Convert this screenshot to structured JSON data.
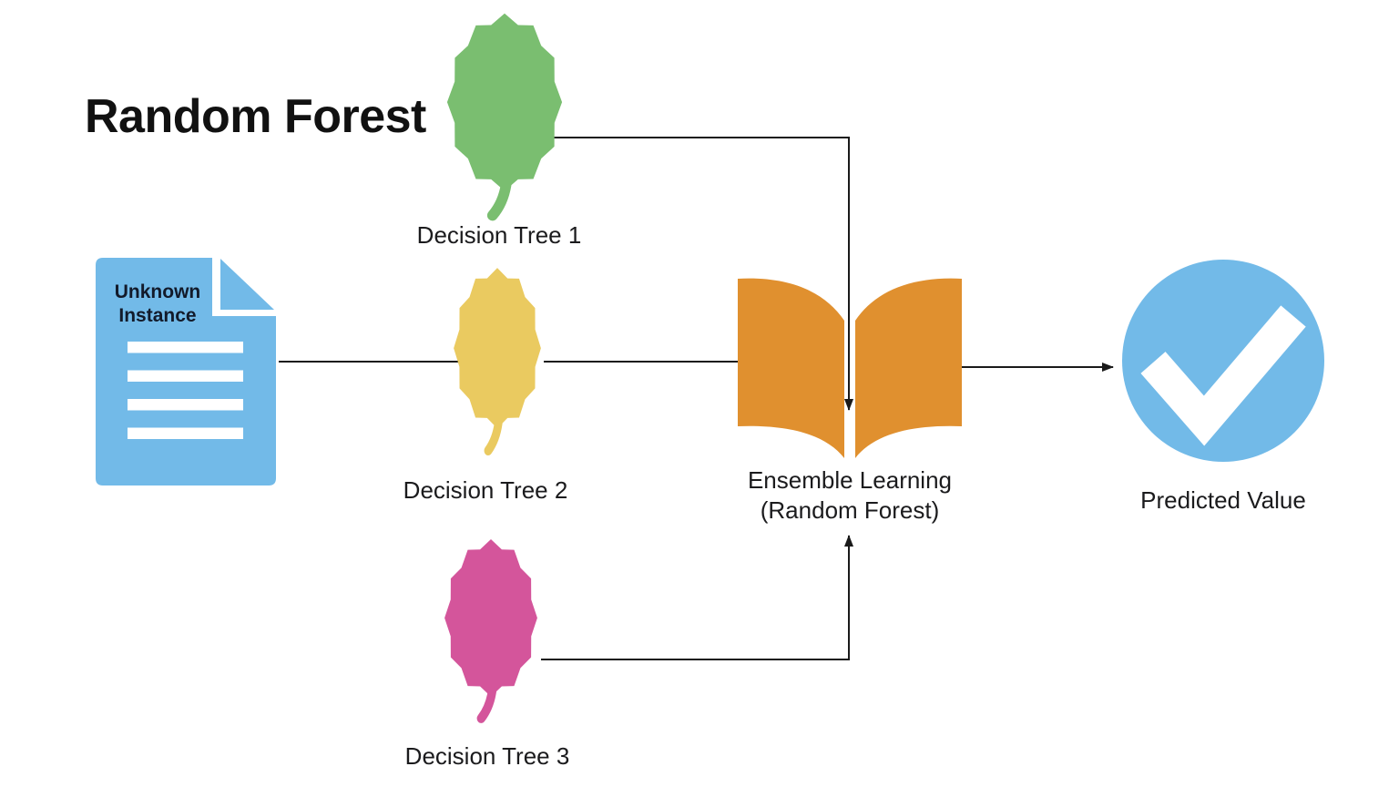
{
  "title": "Random Forest",
  "colors": {
    "doc_blue": "#72BAE8",
    "leaf_green": "#7ABE70",
    "leaf_yellow": "#EACA60",
    "leaf_pink": "#D4559B",
    "book_orange": "#E0902F",
    "check_blue": "#72BAE8",
    "check_mark": "#FFFFFF",
    "doc_lines": "#FFFFFF",
    "arrow": "#1A1A1A"
  },
  "nodes": {
    "unknown_instance": {
      "line1": "Unknown",
      "line2": "Instance"
    },
    "tree1": {
      "label": "Decision Tree 1"
    },
    "tree2": {
      "label": "Decision Tree 2"
    },
    "tree3": {
      "label": "Decision Tree 3"
    },
    "ensemble": {
      "line1": "Ensemble Learning",
      "line2": "(Random Forest)"
    },
    "predicted": {
      "label": "Predicted Value"
    }
  }
}
